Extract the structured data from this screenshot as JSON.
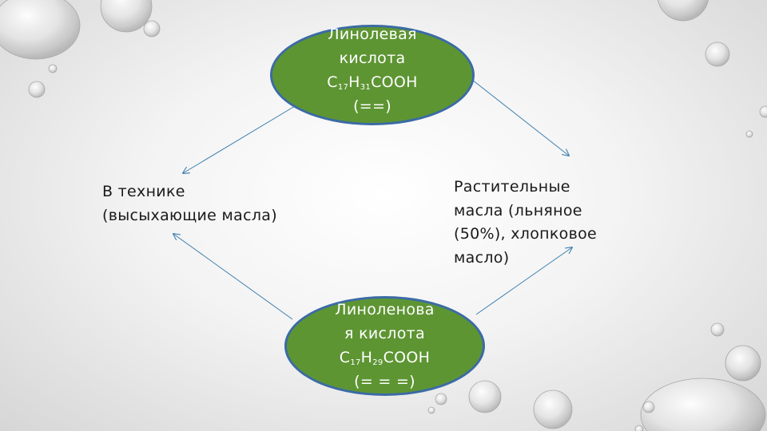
{
  "top_node": {
    "line1": "Линолевая",
    "line2": "кислота",
    "formula": {
      "c": "C",
      "c_sub": "17",
      "h": "H",
      "h_sub": "31",
      "tail": "COOH"
    },
    "bonds": "(==)"
  },
  "bottom_node": {
    "line1": "Линоленова",
    "line2": "я кислота",
    "formula": {
      "c": "C",
      "c_sub": "17",
      "h": "H",
      "h_sub": "29",
      "tail": "COOH"
    },
    "bonds": "(= = =)"
  },
  "left_label": {
    "line1": "В технике",
    "line2": "(высыхающие масла)"
  },
  "right_label": {
    "line1": "Растительные",
    "line2": "масла (льняное",
    "line3": "(50%), хлопковое",
    "line4": "масло)"
  },
  "colors": {
    "node_fill": "#5e9533",
    "node_border": "#3b6ba5",
    "arrow": "#3d7fb0",
    "text": "#1a1a1a"
  }
}
